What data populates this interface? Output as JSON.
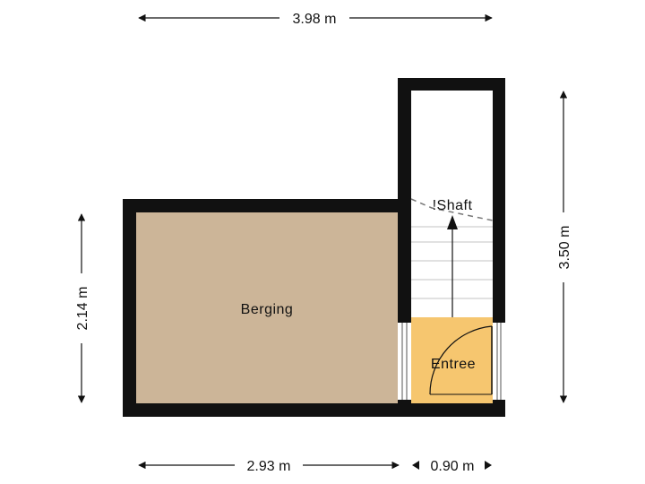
{
  "colors": {
    "wall": "#111111",
    "berging_floor": "#ccb598",
    "entree_floor": "#f6c66f",
    "stair_lines": "#cfcfcf",
    "dimension_lines": "#111111",
    "background": "#ffffff"
  },
  "rooms": {
    "berging": {
      "label": "Berging"
    },
    "entree": {
      "label": "Entree"
    },
    "shaft": {
      "label": "!Shaft"
    }
  },
  "dimensions": {
    "top_width": "3.98 m",
    "bottom_left_width": "2.93 m",
    "bottom_right_width": "0.90 m",
    "left_height": "2.14 m",
    "right_height": "3.50 m"
  },
  "icons": {
    "stair_arrow": "arrow-up-icon",
    "door_swing": "door-swing-icon"
  }
}
